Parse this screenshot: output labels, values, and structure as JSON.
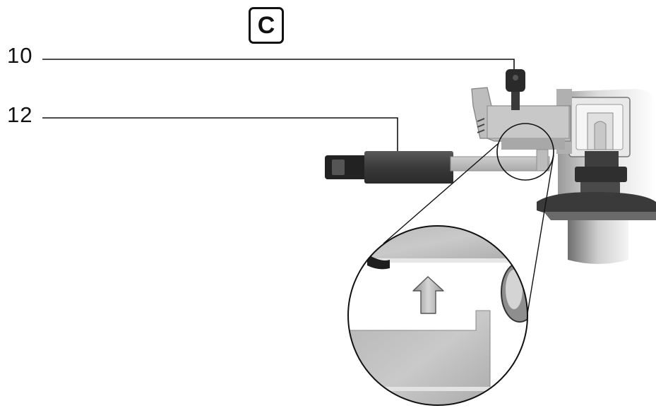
{
  "panel": {
    "letter": "C"
  },
  "callouts": [
    {
      "number": "10",
      "part": "screw"
    },
    {
      "number": "12",
      "part": "tool-blade"
    }
  ],
  "colors": {
    "ink": "#111111",
    "metal_light": "#d9d9d9",
    "metal_mid": "#b8b8b8",
    "metal_dark": "#7a7a7a",
    "rubber": "#3d3d3d",
    "arrow_fill": "#c4c4c4"
  },
  "icons": {
    "detail": "magnifier-circle",
    "direction": "up-arrow-icon"
  }
}
